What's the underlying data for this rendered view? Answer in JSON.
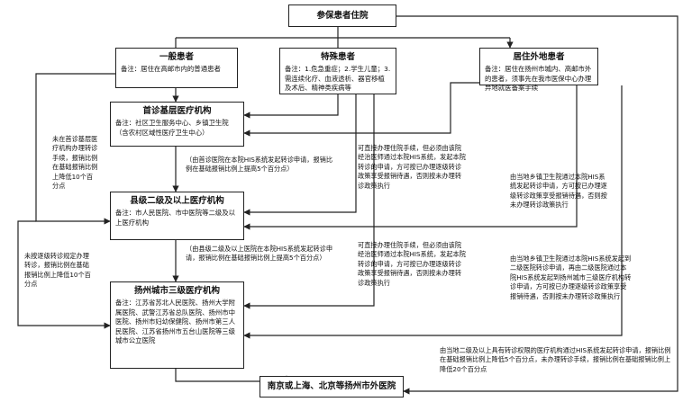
{
  "title": "参保患者住院",
  "patients": {
    "general": {
      "title": "一般患者",
      "note": "备注：居住在高邮市内的普通患者"
    },
    "special": {
      "title": "特殊患者",
      "note": "备注：1.危急重症；2.学生儿童；3.需连续化疗、血液透析、器官移植及术后、精神类疾病等"
    },
    "remote": {
      "title": "居住外地患者",
      "note": "备注：居住在扬州市城内、高邮市外的患者，须事先在我市医保中心办理异地就医备案手续"
    }
  },
  "levels": {
    "primary": {
      "title": "首诊基层医疗机构",
      "note": "备注：社区卫生服务中心、乡镇卫生院（含农村区域性医疗卫生中心）"
    },
    "secondary": {
      "title": "县级二级及以上医疗机构",
      "note": "备注：市人民医院、市中医院等二级及以上医疗机构"
    },
    "tertiary": {
      "title": "扬州城市三级医疗机构",
      "note": "备注：江苏省苏北人民医院、扬州大学附属医院、武警江苏省总队医院、扬州市中医院、扬州市妇幼保健院、扬州市第三人民医院、江苏省扬州市五台山医院等三级城市公立医院"
    },
    "external": {
      "title": "南京或上海、北京等扬州市外医院"
    }
  },
  "notes": {
    "left_1": "未在首诊基层医疗机构办理转诊手续，报销比例在基础报销比例上降低10个百分点",
    "left_2": "未按逐级转诊规定办理转诊，报销比例在基础报销比例上降低10个百分点",
    "center_1": "（由首诊医院在本院HIS系统发起转诊申请，报销比例在基础报销比例上提高5个百分点）",
    "center_2": "（由县级二级及以上医院在本院HIS系统发起转诊申请，报销比例在基础报销比例上提高5个百分点）",
    "mid_1": "可直接办理住院手续，但必须由该院经治医师通过本院HIS系统，发起本院转诊的申请，方可按已办理逐级转诊政策享受报销待遇，否则按未办理转诊政策执行",
    "mid_2": "可直接办理住院手续，但必须由该院经治医师通过本院HIS系统，发起本院转诊的申请，方可按已办理逐级转诊政策享受报销待遇，否则按未办理转诊政策执行",
    "right_1": "由当地乡镇卫生院通过本院HIS系统发起转诊申请，方可按已办理逐级转诊政策享受报销待遇，否则按未办理转诊政策执行",
    "right_2": "由当地乡镇卫生院通过本院HIS系统发起到二级医院转诊申请，再由二级医院通过本院HIS系统发起到扬州城市三级医疗机构转诊申请，方可按已办理逐级转诊政策享受报销待遇，否则按未办理转诊政策执行",
    "bottom": "由当地二级及以上具有转诊权限的医疗机构通过HIS系统发起转诊申请，报销比例在基础报销比例上降低5个百分点，未办理转诊手续，报销比例在基础报销比例上降低20个百分点"
  }
}
